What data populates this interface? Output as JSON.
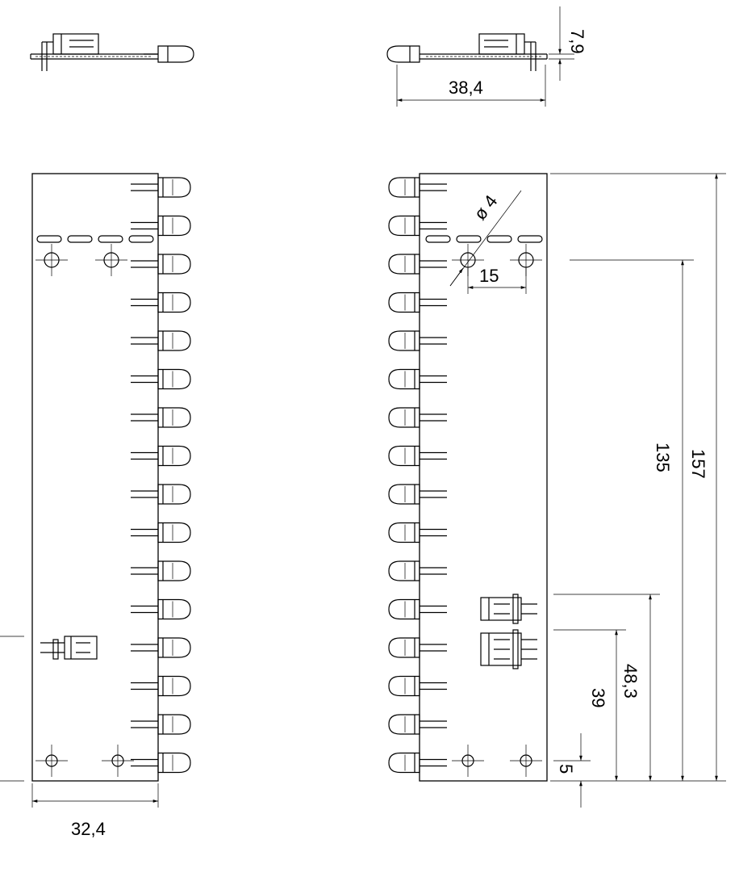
{
  "dimensions": {
    "side_height": "7,9",
    "side_width": "38,4",
    "left_board_width": "32,4",
    "hole_diameter": "ø 4",
    "hole_spacing": "15",
    "hole_to_bottom": "135",
    "total_height": "157",
    "connector_upper": "48,3",
    "connector_lower": "39",
    "bottom_hole_offset": "5"
  },
  "led_count": 16
}
